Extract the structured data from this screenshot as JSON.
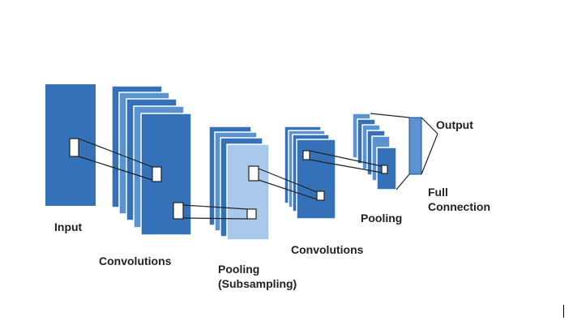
{
  "labels": {
    "input": "Input",
    "convolutions_1": "Convolutions",
    "pooling_1": "Pooling",
    "pooling_1_sub": "(Subsampling)",
    "convolutions_2": "Convolutions",
    "pooling_2": "Pooling",
    "full_connection_1": "Full",
    "full_connection_2": "Connection",
    "output": "Output"
  },
  "colors": {
    "dark_blue": "#3571b8",
    "mid_blue": "#5b92d0",
    "light_blue": "#a9c9ec",
    "outline": "#ffffff",
    "line": "#222222"
  }
}
